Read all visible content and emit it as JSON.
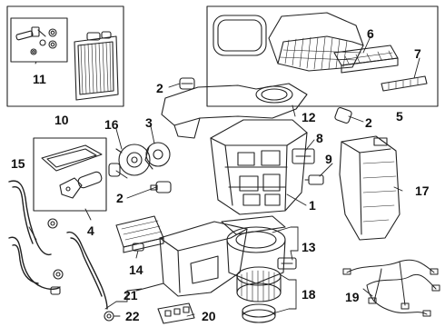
{
  "callouts": [
    {
      "key": "c1",
      "text": "1"
    },
    {
      "key": "c2a",
      "text": "2"
    },
    {
      "key": "c2b",
      "text": "2"
    },
    {
      "key": "c2c",
      "text": "2"
    },
    {
      "key": "c3",
      "text": "3"
    },
    {
      "key": "c4",
      "text": "4"
    },
    {
      "key": "c5",
      "text": "5"
    },
    {
      "key": "c6",
      "text": "6"
    },
    {
      "key": "c7",
      "text": "7"
    },
    {
      "key": "c8",
      "text": "8"
    },
    {
      "key": "c9",
      "text": "9"
    },
    {
      "key": "c10",
      "text": "10"
    },
    {
      "key": "c11",
      "text": "11"
    },
    {
      "key": "c12",
      "text": "12"
    },
    {
      "key": "c13",
      "text": "13"
    },
    {
      "key": "c14",
      "text": "14"
    },
    {
      "key": "c15",
      "text": "15"
    },
    {
      "key": "c16",
      "text": "16"
    },
    {
      "key": "c17",
      "text": "17"
    },
    {
      "key": "c18",
      "text": "18"
    },
    {
      "key": "c19",
      "text": "19"
    },
    {
      "key": "c20",
      "text": "20"
    },
    {
      "key": "c21",
      "text": "21"
    },
    {
      "key": "c22",
      "text": "22"
    }
  ]
}
